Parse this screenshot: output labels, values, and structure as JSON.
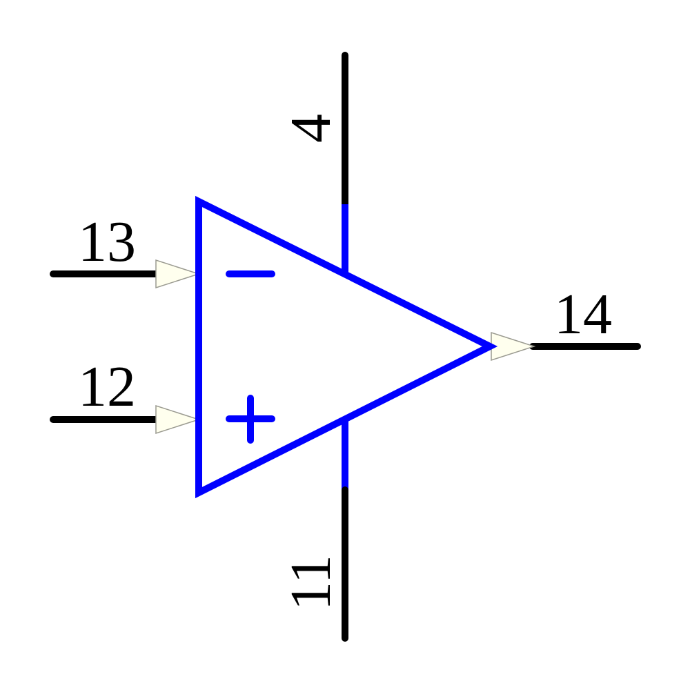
{
  "component": {
    "type": "op-amp",
    "pins": {
      "inverting": {
        "number": "13",
        "sign": "minus"
      },
      "non_inverting": {
        "number": "12",
        "sign": "plus"
      },
      "output": {
        "number": "14"
      },
      "supply_top": {
        "number": "4"
      },
      "supply_bottom": {
        "number": "11"
      }
    }
  },
  "colors": {
    "body": "#0000ff",
    "pin": "#000000",
    "arrow_fill": "#ffffee"
  }
}
